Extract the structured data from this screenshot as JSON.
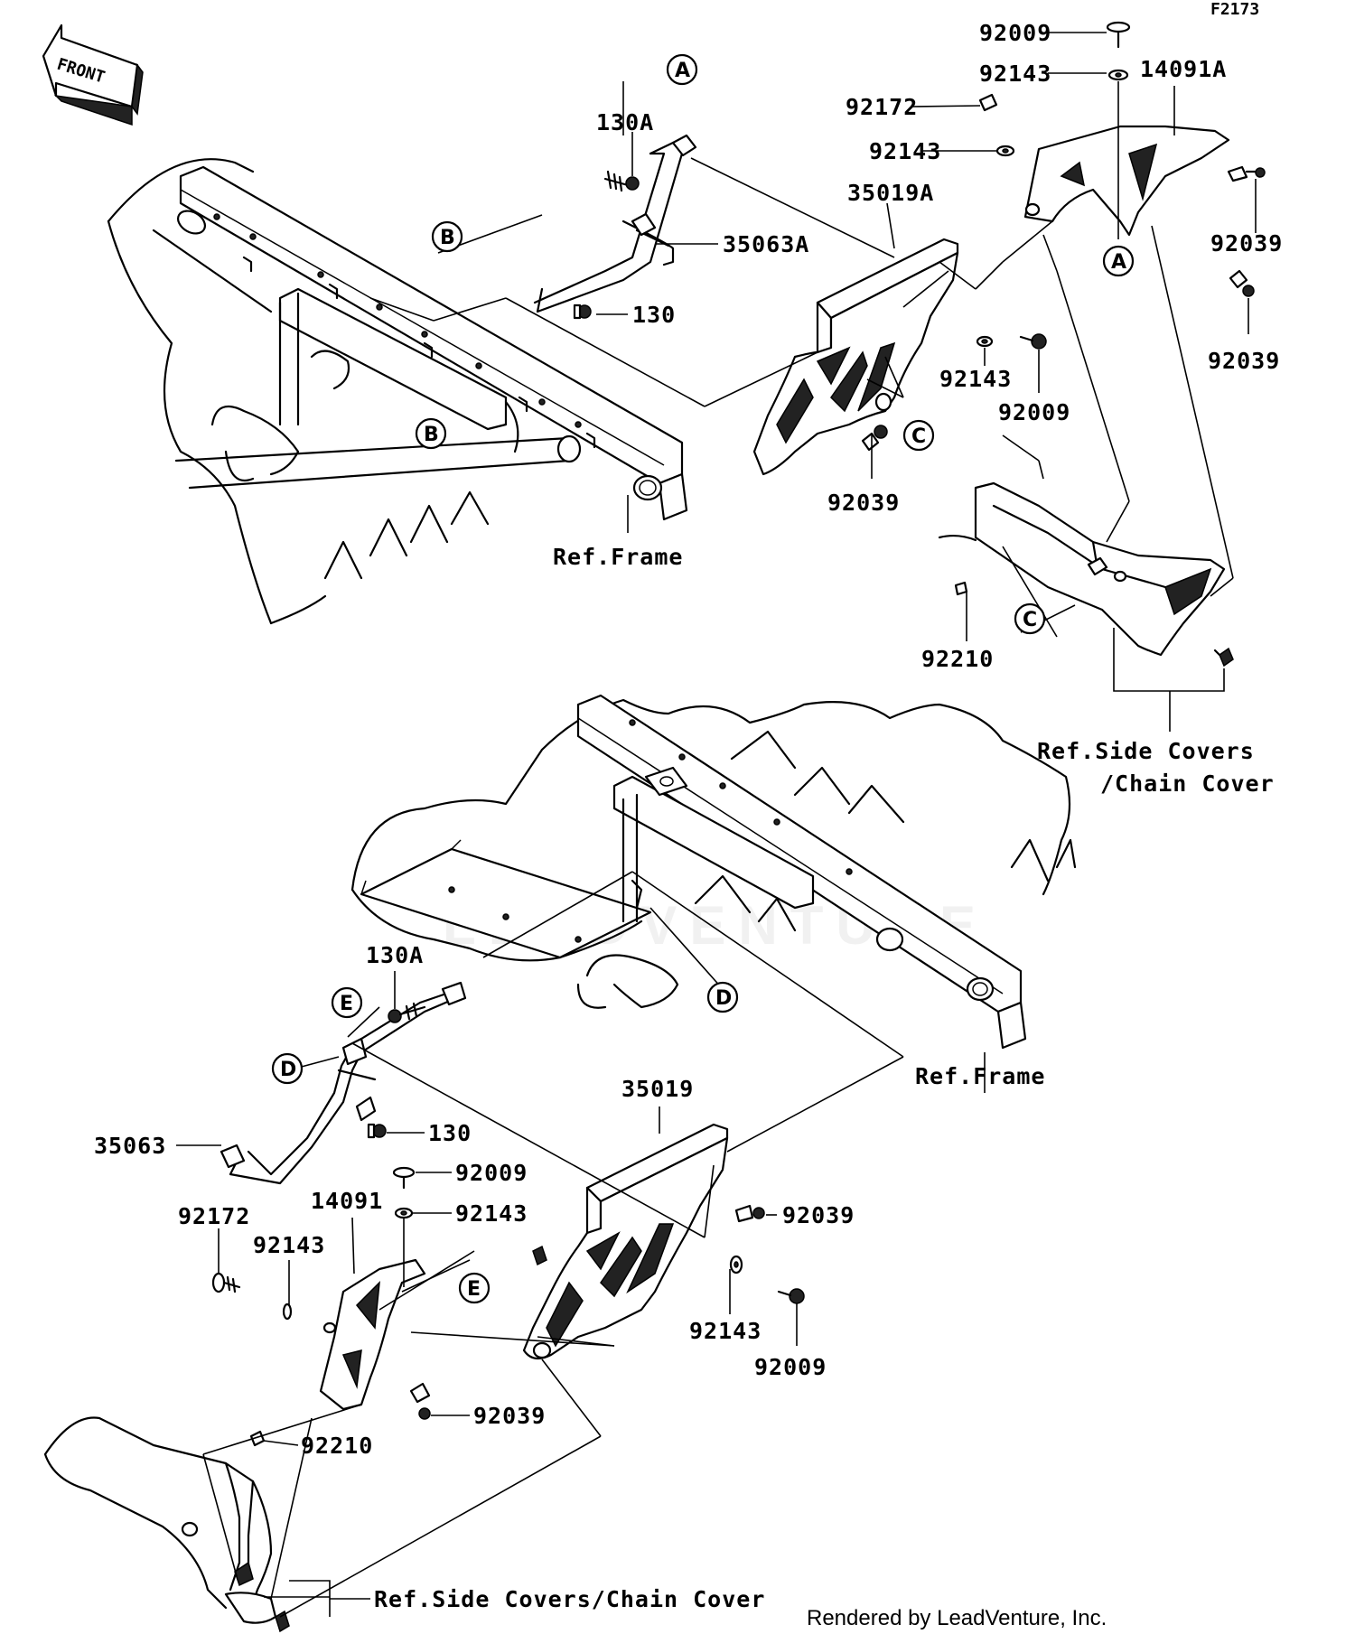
{
  "figure_code": "F2173",
  "front_arrow_label": "FRONT",
  "watermark_text": "LEADVENTURE",
  "footer_text": "Rendered by LeadVenture, Inc.",
  "top_labels": {
    "p92009_a": "92009",
    "p92143_a": "92143",
    "p14091A": "14091A",
    "p92172_a": "92172",
    "p92143_b": "92143",
    "p35019A": "35019A",
    "p130A_a": "130A",
    "p35063A": "35063A",
    "p130_a": "130",
    "p92039_a": "92039",
    "p92039_b": "92039",
    "p92143_c": "92143",
    "p92009_b": "92009",
    "p92039_c": "92039",
    "p92210_a": "92210",
    "ref_frame_a": "Ref.Frame",
    "ref_side_a1": "Ref.Side Covers",
    "ref_side_a2": "/Chain Cover"
  },
  "bottom_labels": {
    "p130A_b": "130A",
    "ref_frame_b": "Ref.Frame",
    "p35019": "35019",
    "p130_b": "130",
    "p35063": "35063",
    "p92009_c": "92009",
    "p92143_d": "92143",
    "p14091": "14091",
    "p92172_b": "92172",
    "p92143_e": "92143",
    "p92039_d": "92039",
    "p92143_f": "92143",
    "p92009_d": "92009",
    "p92039_e": "92039",
    "p92210_b": "92210",
    "ref_side_b": "Ref.Side Covers/Chain Cover"
  },
  "callouts": {
    "A": "A",
    "B": "B",
    "C": "C",
    "D": "D",
    "E": "E"
  }
}
